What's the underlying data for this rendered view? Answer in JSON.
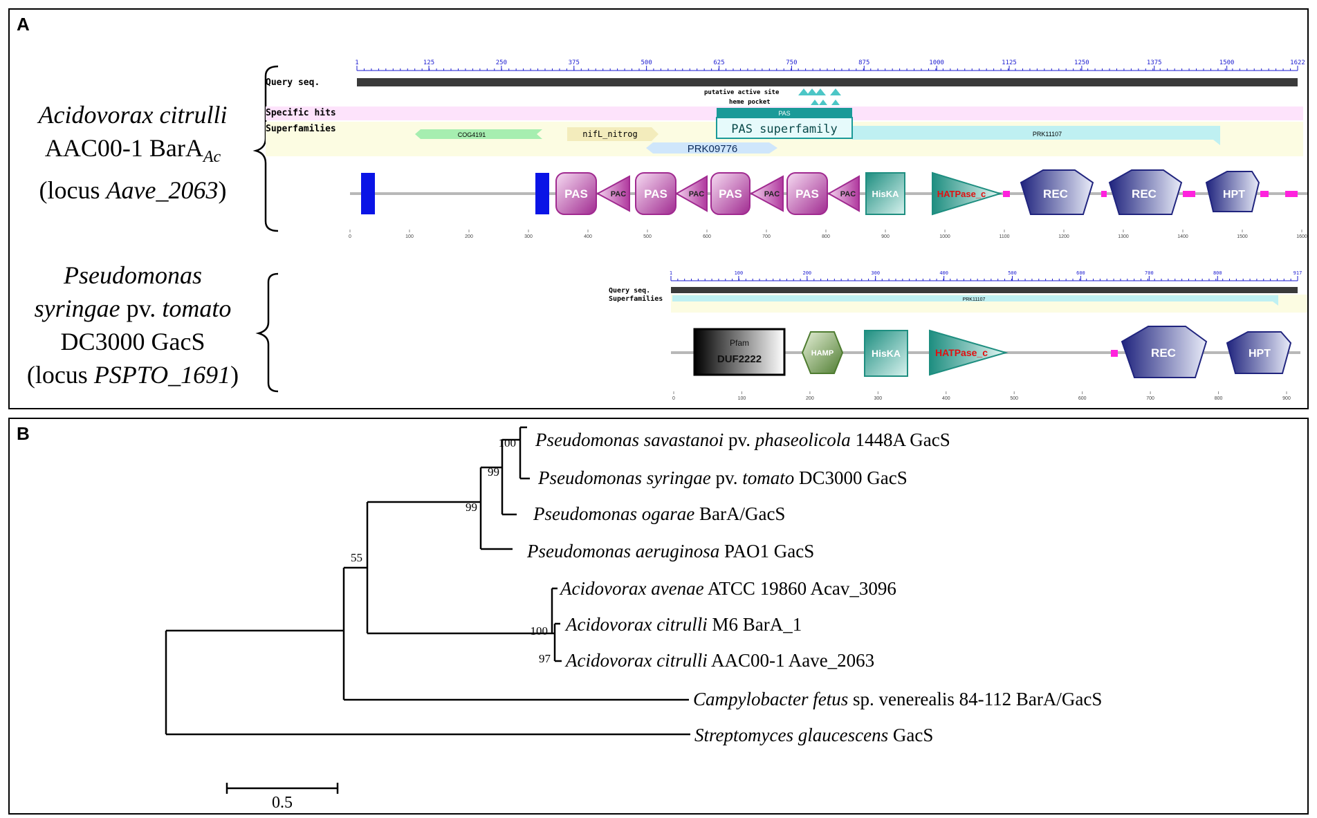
{
  "panels": {
    "a_label": "A",
    "b_label": "B"
  },
  "organism1": {
    "line1": "Acidovorax citrulli",
    "line2_main": "AAC00-1 BarA",
    "line2_sub": "Ac",
    "line3_pre": "(locus ",
    "line3_locus": "Aave_2063",
    "line3_post": ")"
  },
  "organism2": {
    "line1": "Pseudomonas",
    "line2_genus": "syringae",
    "line2_mid": " pv. ",
    "line2_path": "tomato",
    "line3": "DC3000 GacS",
    "line4_pre": "(locus ",
    "line4_locus": "PSPTO_1691",
    "line4_post": ")"
  },
  "cdd1": {
    "ruler_ticks": [
      "1",
      "125",
      "250",
      "375",
      "500",
      "625",
      "750",
      "875",
      "1000",
      "1125",
      "1250",
      "1375",
      "1500",
      "1622"
    ],
    "row_labels": [
      "Query seq.",
      "Specific hits",
      "Superfamilies"
    ],
    "site_labels": [
      "putative active site",
      "heme pocket"
    ],
    "hits": {
      "pas_specific": "PAS",
      "cog4191": "COG4191",
      "nifl": "nifL_nitrog",
      "pas_superfamily": "PAS superfamily",
      "prk11107": "PRK11107",
      "prk09776": "PRK09776"
    }
  },
  "smart1": {
    "domains": [
      "PAS",
      "PAC",
      "PAS",
      "PAC",
      "PAS",
      "PAC",
      "PAS",
      "PAC",
      "HisKA",
      "HATPase_c",
      "REC",
      "REC",
      "HPT"
    ],
    "scale": [
      "0",
      "100",
      "200",
      "300",
      "400",
      "500",
      "600",
      "700",
      "800",
      "900",
      "1000",
      "1100",
      "1200",
      "1300",
      "1400",
      "1500",
      "1600"
    ]
  },
  "cdd2": {
    "ruler_ticks": [
      "1",
      "100",
      "200",
      "300",
      "400",
      "500",
      "600",
      "700",
      "800",
      "917"
    ],
    "row_labels": [
      "Query seq.",
      "Superfamilies"
    ],
    "hit": "PRK11107"
  },
  "smart2": {
    "pfam_top": "Pfam",
    "pfam_bottom": "DUF2222",
    "domains": [
      "HAMP",
      "HisKA",
      "HATPase_c",
      "REC",
      "HPT"
    ],
    "scale": [
      "0",
      "100",
      "200",
      "300",
      "400",
      "500",
      "600",
      "700",
      "800",
      "900"
    ]
  },
  "tree": {
    "taxa": [
      {
        "italic": "Pseudomonas savastanoi",
        "mid": " pv. ",
        "italic2": "phaseolicola",
        "rest": " 1448A GacS"
      },
      {
        "italic": "Pseudomonas syringae",
        "mid": " pv. ",
        "italic2": "tomato",
        "rest": " DC3000 GacS"
      },
      {
        "italic": "Pseudomonas ogarae",
        "mid": "",
        "italic2": "",
        "rest": " BarA/GacS"
      },
      {
        "italic": "Pseudomonas aeruginosa",
        "mid": "",
        "italic2": "",
        "rest": " PAO1 GacS"
      },
      {
        "italic": "Acidovorax avenae",
        "mid": "",
        "italic2": "",
        "rest": " ATCC 19860 Acav_3096"
      },
      {
        "italic": "Acidovorax citrulli",
        "mid": "",
        "italic2": "",
        "rest": " M6 BarA_1"
      },
      {
        "italic": "Acidovorax citrulli",
        "mid": "",
        "italic2": "",
        "rest": " AAC00-1 Aave_2063"
      },
      {
        "italic": "Campylobacter fetus",
        "mid": "",
        "italic2": "",
        "rest": " sp. venerealis 84-112 BarA/GacS"
      },
      {
        "italic": "Streptomyces glaucescens",
        "mid": "",
        "italic2": "",
        "rest": " GacS"
      }
    ],
    "bootstrap": [
      "100",
      "99",
      "99",
      "55",
      "100",
      "97"
    ],
    "scale_label": "0.5"
  },
  "colors": {
    "pas": "#b0389e",
    "tm": "#0a14e6",
    "hiska": "#2a9a8a",
    "rec": "#2a2f8e",
    "hamp": "#5a8a3a",
    "magenta": "#ff22dd",
    "cdd_teal": "#1a9a98"
  }
}
